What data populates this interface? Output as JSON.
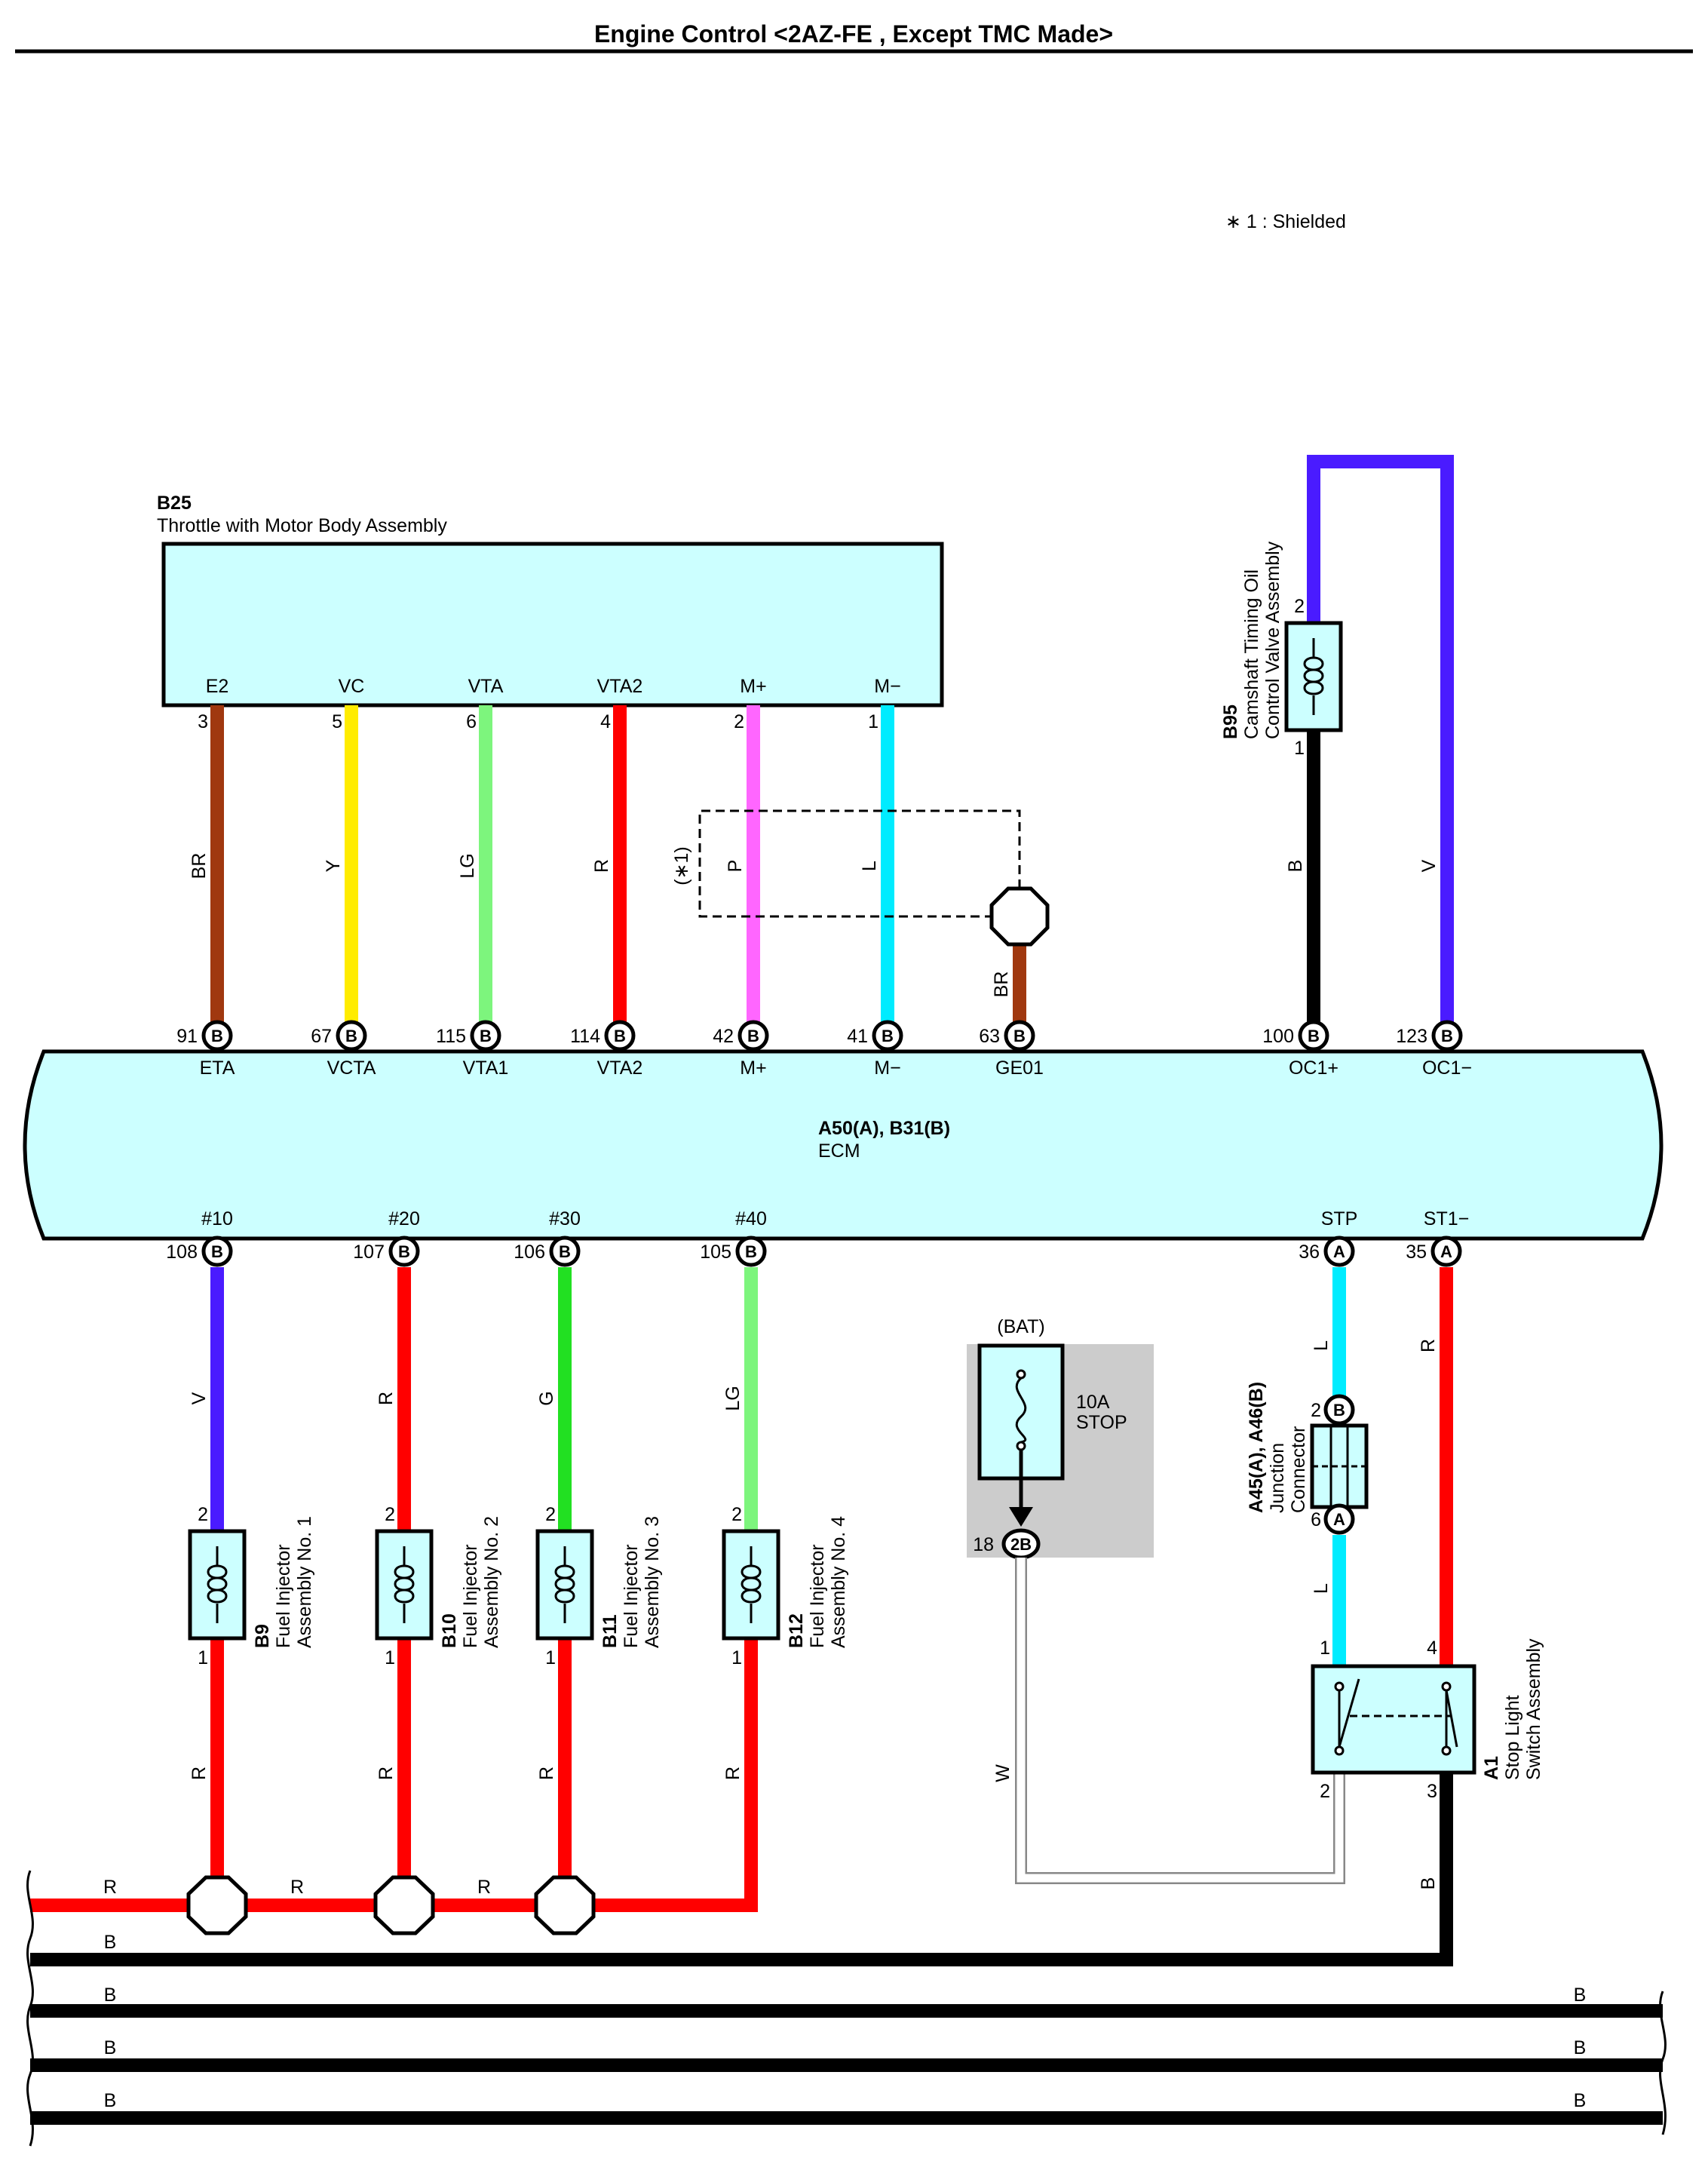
{
  "title": "Engine Control <2AZ-FE , Except TMC Made>",
  "note": "∗ 1 : Shielded",
  "colors": {
    "BR": "#a0380f",
    "Y": "#ffec00",
    "LG": "#7df57d",
    "R": "#ff0000",
    "P": "#ff66ff",
    "L": "#00ecff",
    "V": "#4a1bff",
    "G": "#22e022",
    "B": "#000000",
    "W": "#ffffff",
    "component": "#ccffff",
    "fusebox": "#cccccc"
  },
  "throttle": {
    "id": "B25",
    "name": "Throttle with Motor Body Assembly"
  },
  "ecm": {
    "id": "A50(A), B31(B)",
    "name": "ECM"
  },
  "shield": {
    "label": "(∗1)"
  },
  "camshaft": {
    "id": "B95",
    "line1": "Camshaft Timing Oil",
    "line2": "Control Valve Assembly"
  },
  "fuse": {
    "source": "(BAT)",
    "rating": "10A",
    "name": "STOP",
    "connector_pin": "18",
    "connector": "2B"
  },
  "junction": {
    "id": "A45(A), A46(B)",
    "line1": "Junction",
    "line2": "Connector"
  },
  "stoplight": {
    "id": "A1",
    "line1": "Stop Light",
    "line2": "Switch Assembly"
  },
  "top_wires": [
    {
      "comp_pin_name": "E2",
      "comp_pin": "3",
      "color": "BR",
      "ecm_pin": "91",
      "conn": "B",
      "ecm_name": "ETA"
    },
    {
      "comp_pin_name": "VC",
      "comp_pin": "5",
      "color": "Y",
      "ecm_pin": "67",
      "conn": "B",
      "ecm_name": "VCTA"
    },
    {
      "comp_pin_name": "VTA",
      "comp_pin": "6",
      "color": "LG",
      "ecm_pin": "115",
      "conn": "B",
      "ecm_name": "VTA1"
    },
    {
      "comp_pin_name": "VTA2",
      "comp_pin": "4",
      "color": "R",
      "ecm_pin": "114",
      "conn": "B",
      "ecm_name": "VTA2"
    },
    {
      "comp_pin_name": "M+",
      "comp_pin": "2",
      "color": "P",
      "ecm_pin": "42",
      "conn": "B",
      "ecm_name": "M+"
    },
    {
      "comp_pin_name": "M−",
      "comp_pin": "1",
      "color": "L",
      "ecm_pin": "41",
      "conn": "B",
      "ecm_name": "M−"
    }
  ],
  "ground_wire": {
    "color": "BR",
    "ecm_pin": "63",
    "conn": "B",
    "ecm_name": "GE01"
  },
  "ocv_wires": [
    {
      "comp_pin": "1",
      "color": "B",
      "ecm_pin": "100",
      "conn": "B",
      "ecm_name": "OC1+"
    },
    {
      "comp_pin": "2",
      "color": "V",
      "ecm_pin": "123",
      "conn": "B",
      "ecm_name": "OC1−"
    }
  ],
  "injectors": [
    {
      "ecm_name": "#10",
      "ecm_pin": "108",
      "conn": "B",
      "color": "V",
      "pin_top": "2",
      "pin_bottom": "1",
      "color_bottom": "R",
      "id": "B9",
      "line1": "Fuel Injector",
      "line2": "Assembly No. 1"
    },
    {
      "ecm_name": "#20",
      "ecm_pin": "107",
      "conn": "B",
      "color": "R",
      "pin_top": "2",
      "pin_bottom": "1",
      "color_bottom": "R",
      "id": "B10",
      "line1": "Fuel Injector",
      "line2": "Assembly No. 2"
    },
    {
      "ecm_name": "#30",
      "ecm_pin": "106",
      "conn": "B",
      "color": "G",
      "pin_top": "2",
      "pin_bottom": "1",
      "color_bottom": "R",
      "id": "B11",
      "line1": "Fuel Injector",
      "line2": "Assembly No. 3"
    },
    {
      "ecm_name": "#40",
      "ecm_pin": "105",
      "conn": "B",
      "color": "LG",
      "pin_top": "2",
      "pin_bottom": "1",
      "color_bottom": "R",
      "id": "B12",
      "line1": "Fuel Injector",
      "line2": "Assembly No. 4"
    }
  ],
  "stp_wires": [
    {
      "ecm_name": "STP",
      "ecm_pin": "36",
      "conn": "A",
      "color": "L"
    },
    {
      "ecm_name": "ST1−",
      "ecm_pin": "35",
      "conn": "A",
      "color": "R"
    }
  ],
  "junction_pins": {
    "top_pin": "2",
    "top_conn": "B",
    "bottom_pin": "6",
    "bottom_conn": "A",
    "out_color": "L"
  },
  "switch_pins": {
    "p1": "1",
    "p2": "2",
    "p3": "3",
    "p4": "4",
    "w_color": "W",
    "out_color": "B"
  },
  "bus_labels": {
    "red": "R",
    "black": "B"
  }
}
